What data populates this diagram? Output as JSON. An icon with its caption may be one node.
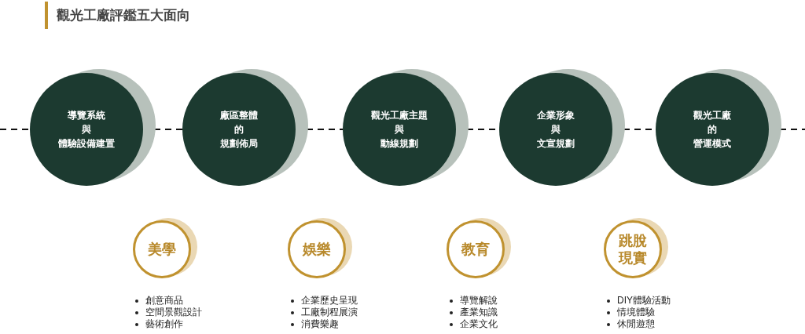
{
  "diagram": {
    "title": "觀光工廠評鑑五大面向",
    "nodes": [
      {
        "text": [
          "導覽系統",
          "與",
          "體驗設備建置"
        ]
      },
      {
        "text": [
          "廠區整體",
          "的",
          "規劃佈局"
        ]
      },
      {
        "text": [
          "觀光工廠主題",
          "與",
          "動線規劃"
        ]
      },
      {
        "text": [
          "企業形象",
          "與",
          "文宣規劃"
        ]
      },
      {
        "text": [
          "觀光工廠",
          "的",
          "營運模式"
        ]
      },
      {
        "text": [
          "美學"
        ],
        "beside": [
          "創意商品",
          "空間景觀設計",
          "藝術創作"
        ]
      },
      {
        "text": [
          "娛樂"
        ],
        "beside": [
          "企業歷史呈現",
          "工廠制程展演",
          "消費樂趣"
        ]
      },
      {
        "text": [
          "教育"
        ],
        "beside": [
          "導覽解說",
          "產業知識",
          "企業文化"
        ]
      },
      {
        "text": [
          "跳脫現實"
        ],
        "beside": [
          "DIY體驗活動",
          "情境體驗",
          "休閒遊憩"
        ]
      }
    ],
    "edges": [
      {
        "from": null,
        "to": 0,
        "arrow": "none",
        "style": "dashed"
      },
      {
        "from": 0,
        "to": 1,
        "arrow": "none",
        "style": "dashed"
      },
      {
        "from": 1,
        "to": 2,
        "arrow": "none",
        "style": "dashed"
      },
      {
        "from": 2,
        "to": 3,
        "arrow": "none",
        "style": "dashed"
      },
      {
        "from": 3,
        "to": 4,
        "arrow": "none",
        "style": "dashed"
      },
      {
        "from": 4,
        "to": null,
        "arrow": "none",
        "style": "dashed"
      }
    ]
  }
}
